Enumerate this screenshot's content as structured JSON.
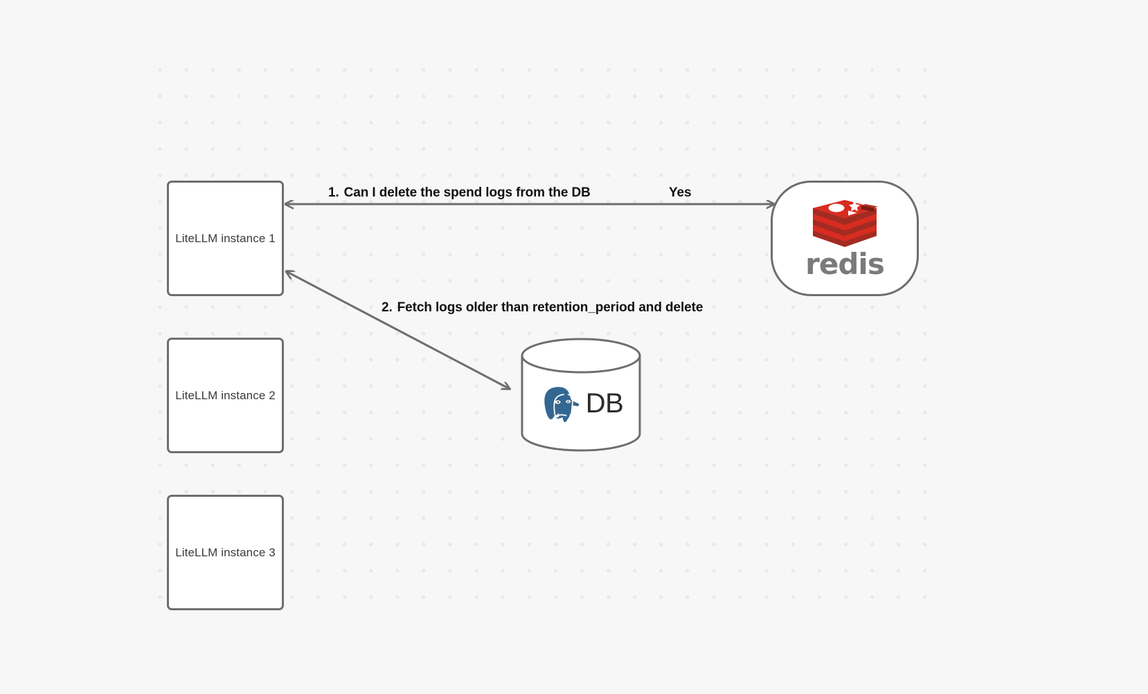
{
  "diagram": {
    "background_color": "#f7f7f7",
    "grid_dot_color": "#e9e9eb",
    "stroke_color": "#6e6e6e",
    "nodes": [
      {
        "id": "litellm1",
        "label": "LiteLLM instance 1",
        "shape": "rounded-rect"
      },
      {
        "id": "litellm2",
        "label": "LiteLLM instance 2",
        "shape": "rounded-rect"
      },
      {
        "id": "litellm3",
        "label": "LiteLLM instance 3",
        "shape": "rounded-rect"
      },
      {
        "id": "redis",
        "label": "redis",
        "shape": "rounded-rect-pill",
        "logo": "redis-logo",
        "brand_color": "#d82c20"
      },
      {
        "id": "database",
        "label": "DB",
        "shape": "cylinder",
        "logo": "postgresql-elephant-icon",
        "brand_color": "#336791"
      }
    ],
    "edges": [
      {
        "id": "edge-1",
        "from": "litellm1",
        "to": "redis",
        "label": "1.",
        "text": "Can I delete the spend logs from the DB",
        "reply": "Yes",
        "direction": "bidirectional"
      },
      {
        "id": "edge-2",
        "from": "litellm1",
        "to": "database",
        "label": "2.",
        "text": "Fetch logs older than retention_period and delete",
        "direction": "bidirectional"
      }
    ]
  }
}
